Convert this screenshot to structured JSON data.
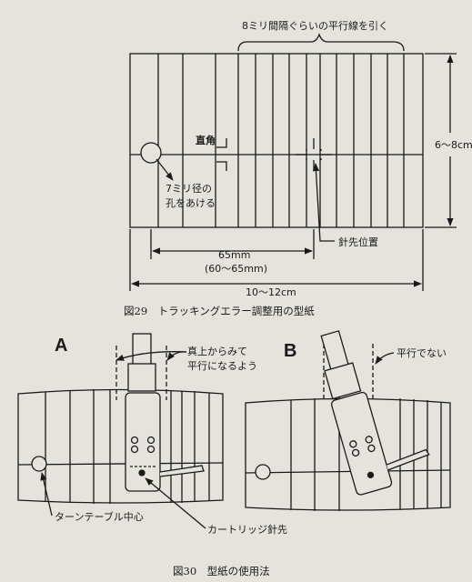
{
  "fig29": {
    "top_label": "8ミリ間隔ぐらいの平行線を引く",
    "height_label": "6～8cm",
    "right_angle_label": "直角",
    "hole_label_1": "7ミリ径の",
    "hole_label_2": "孔をあける",
    "needle_label": "針先位置",
    "dist_label_1": "65mm",
    "dist_label_2": "(60～65mm)",
    "width_label": "10～12cm",
    "caption": "図29　トラッキングエラー調整用の型紙"
  },
  "fig30": {
    "label_a": "A",
    "label_b": "B",
    "note_a_1": "真上からみて",
    "note_a_2": "平行になるよう",
    "note_b": "平行でない",
    "turntable_label": "ターンテーブル中心",
    "cartridge_label": "カートリッジ針先",
    "caption": "図30　型紙の使用法"
  },
  "colors": {
    "ink": "#1a1a1a",
    "paper": "#e6e3dc"
  }
}
